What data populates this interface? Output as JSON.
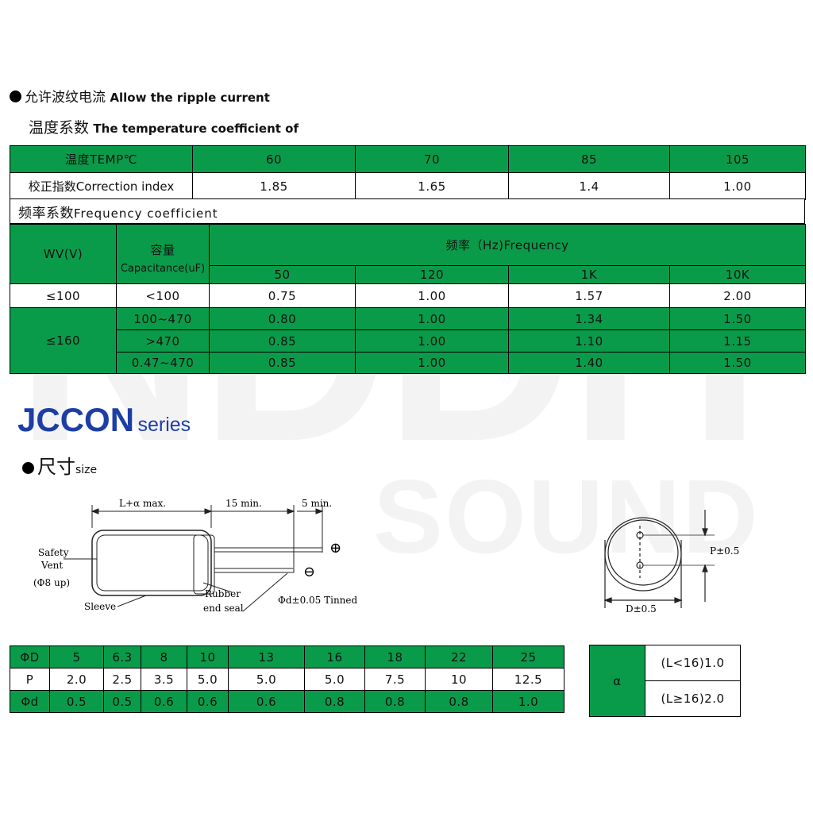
{
  "watermark": {
    "line1": "NDDIY",
    "line2": "SOUND"
  },
  "header": {
    "line1_cn": "允许波纹电流",
    "line1_en": "Allow the ripple current",
    "line2_cn": "温度系数",
    "line2_en": "The temperature coefficient of"
  },
  "temp_table": {
    "header_label": "温度TEMP℃",
    "temps": [
      "60",
      "70",
      "85",
      "105"
    ],
    "row_label": "校正指数Correction index",
    "values": [
      "1.85",
      "1.65",
      "1.4",
      "1.00"
    ]
  },
  "freq_section": {
    "title_cn": "频率系数",
    "title_en": "Frequency coefficient"
  },
  "freq_table": {
    "wv_header": "WV(V)",
    "cap_header_cn": "容量",
    "cap_header_en": "Capacitance(uF)",
    "freq_header": "频率（Hz)Frequency",
    "freqs": [
      "50",
      "120",
      "1K",
      "10K"
    ],
    "rows": [
      {
        "wv": "≤100",
        "cap": "<100",
        "vals": [
          "0.75",
          "1.00",
          "1.57",
          "2.00"
        ]
      },
      {
        "wv": "≤160",
        "cap": "100~470",
        "vals": [
          "0.80",
          "1.00",
          "1.34",
          "1.50"
        ]
      },
      {
        "wv": "",
        "cap": ">470",
        "vals": [
          "0.85",
          "1.00",
          "1.10",
          "1.15"
        ]
      },
      {
        "wv": "",
        "cap": "0.47~470",
        "vals": [
          "0.85",
          "1.00",
          "1.40",
          "1.50"
        ]
      }
    ]
  },
  "series": {
    "name": "JCCON",
    "suffix": "series"
  },
  "size_section": {
    "cn": "尺寸",
    "en": "size"
  },
  "diagram": {
    "l_label": "L+α max.",
    "min15": "15 min.",
    "min5": "5 min.",
    "safety1": "Safety",
    "safety2": "Vent",
    "safety3": "(Φ8 up)",
    "sleeve": "Sleeve",
    "rubber1": "Rubber",
    "rubber2": "end seal",
    "tinned": "Φd±0.05 Tinned",
    "plus": "⊕",
    "minus": "⊖",
    "p_label": "P±0.5",
    "d_label": "D±0.5"
  },
  "dim_table": {
    "rows": [
      {
        "label": "ΦD",
        "vals": [
          "5",
          "6.3",
          "8",
          "10",
          "13",
          "16",
          "18",
          "22",
          "25"
        ]
      },
      {
        "label": "P",
        "vals": [
          "2.0",
          "2.5",
          "3.5",
          "5.0",
          "5.0",
          "5.0",
          "7.5",
          "10",
          "12.5"
        ]
      },
      {
        "label": "Φd",
        "vals": [
          "0.5",
          "0.5",
          "0.6",
          "0.6",
          "0.6",
          "0.8",
          "0.8",
          "0.8",
          "1.0"
        ]
      }
    ]
  },
  "alpha_table": {
    "symbol": "α",
    "val1": "(L<16)1.0",
    "val2": "(L≥16)2.0"
  },
  "colors": {
    "green": "#0a9b4a",
    "series_blue": "#1d3ea6"
  }
}
